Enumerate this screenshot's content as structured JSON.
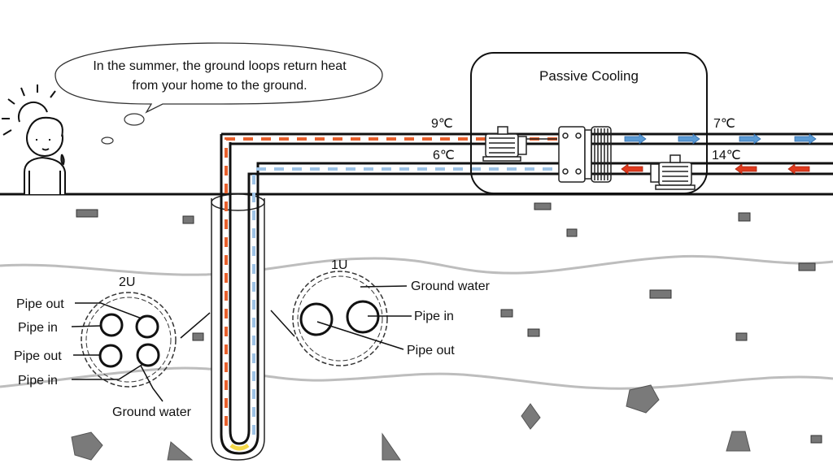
{
  "speech_bubble": {
    "line1": "In the summer, the ground loops return heat",
    "line2": "from your home to the ground."
  },
  "cooling_box": {
    "title": "Passive Cooling"
  },
  "temperatures": {
    "supply_in": "9℃",
    "return_in": "6℃",
    "house_out": "7℃",
    "house_in": "14℃"
  },
  "section_2u": {
    "title": "2U",
    "pipe_out_1": "Pipe out",
    "pipe_in_1": "Pipe in",
    "pipe_out_2": "Pipe out",
    "pipe_in_2": "Pipe in",
    "ground_water": "Ground water"
  },
  "section_1u": {
    "title": "1U",
    "ground_water": "Ground water",
    "pipe_in": "Pipe in",
    "pipe_out": "Pipe out"
  },
  "colors": {
    "hot": "#e8602c",
    "cold": "#9ec3e6",
    "hot_arrow": "#e03a1e",
    "cold_arrow": "#5b9bd5",
    "rock": "#777777",
    "layer": "#bdbdbd"
  }
}
